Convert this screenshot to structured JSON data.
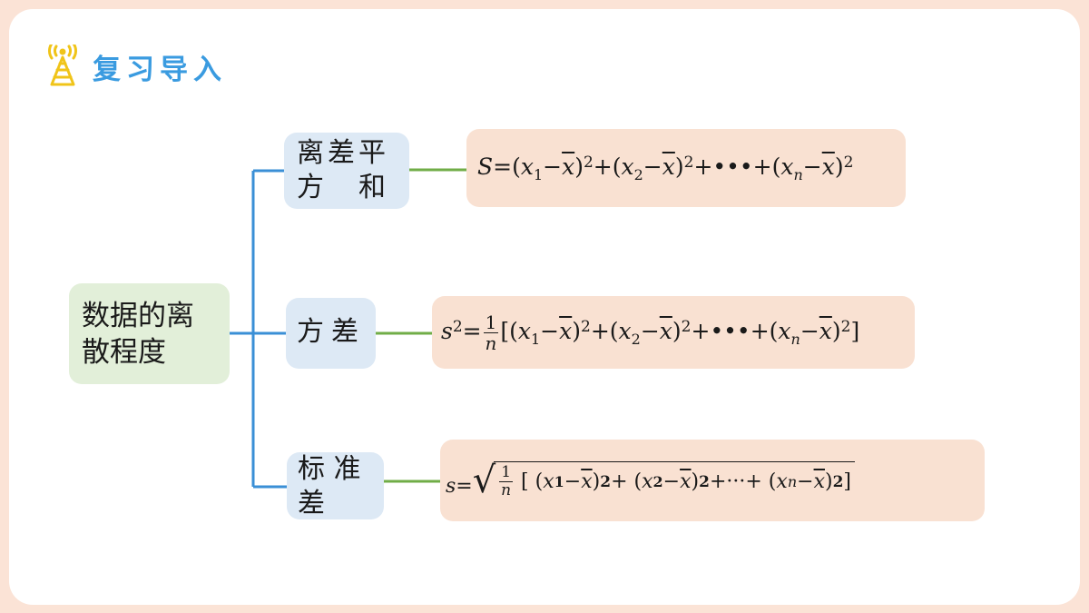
{
  "header": {
    "icon": "signal-tower-icon",
    "title": "复习导入"
  },
  "root": {
    "label_line1": "数据的离",
    "label_line2": "散程度"
  },
  "branches": [
    {
      "label_line1": "离差平",
      "label_line2": "方　和"
    },
    {
      "label": "方差"
    },
    {
      "label_line1": "标 准",
      "label_line2": "差"
    }
  ],
  "formulas": {
    "f1_prefix": "S",
    "f2_prefix": "s",
    "f3_prefix": "s",
    "sq": "2",
    "x": "x",
    "one": "1",
    "two": "2",
    "n": "n",
    "ellipsis": "•••",
    "ellipsis3": "···"
  },
  "colors": {
    "tree_line": "#3a8fd6",
    "link_line": "#70ad47",
    "title": "#3a9be0"
  }
}
